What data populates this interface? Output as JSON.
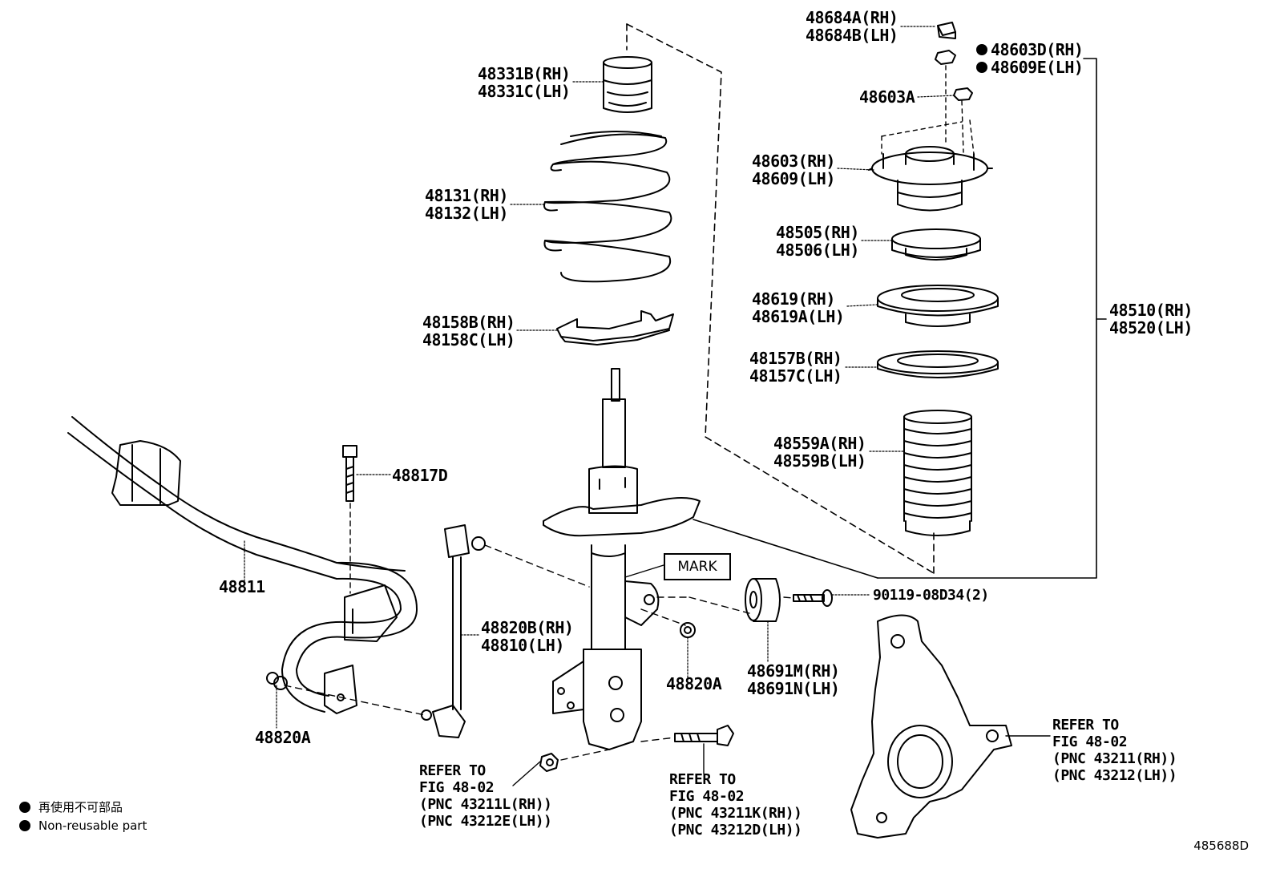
{
  "diagram": {
    "figure_id": "485688D",
    "mark_label": "MARK",
    "legend": {
      "jp": "再使用不可部品",
      "en": "Non-reusable part"
    },
    "parts": {
      "p48684": [
        "48684A(RH)",
        "48684B(LH)"
      ],
      "p48603D": [
        "48603D(RH)",
        "48609E(LH)"
      ],
      "p48603A": [
        "48603A"
      ],
      "p48603": [
        "48603(RH)",
        "48609(LH)"
      ],
      "p48505": [
        "48505(RH)",
        "48506(LH)"
      ],
      "p48619": [
        "48619(RH)",
        "48619A(LH)"
      ],
      "p48157": [
        "48157B(RH)",
        "48157C(LH)"
      ],
      "p48559": [
        "48559A(RH)",
        "48559B(LH)"
      ],
      "p48510": [
        "48510(RH)",
        "48520(LH)"
      ],
      "p48331": [
        "48331B(RH)",
        "48331C(LH)"
      ],
      "p48131": [
        "48131(RH)",
        "48132(LH)"
      ],
      "p48158": [
        "48158B(RH)",
        "48158C(LH)"
      ],
      "p48817D": [
        "48817D"
      ],
      "p48811": [
        "48811"
      ],
      "p48820B": [
        "48820B(RH)",
        "48810(LH)"
      ],
      "p48820A_mid": [
        "48820A"
      ],
      "p48820A_left": [
        "48820A"
      ],
      "p90119": [
        "90119-08D34(2)"
      ],
      "p48691": [
        "48691M(RH)",
        "48691N(LH)"
      ]
    },
    "refs": {
      "ref_a": [
        "REFER TO",
        "FIG 48-02",
        "(PNC 43211L(RH))",
        "(PNC 43212E(LH))"
      ],
      "ref_b": [
        "REFER TO",
        "FIG 48-02",
        "(PNC 43211K(RH))",
        "(PNC 43212D(LH))"
      ],
      "ref_c": [
        "REFER TO",
        "FIG 48-02",
        "(PNC 43211(RH))",
        "(PNC 43212(LH))"
      ]
    }
  }
}
